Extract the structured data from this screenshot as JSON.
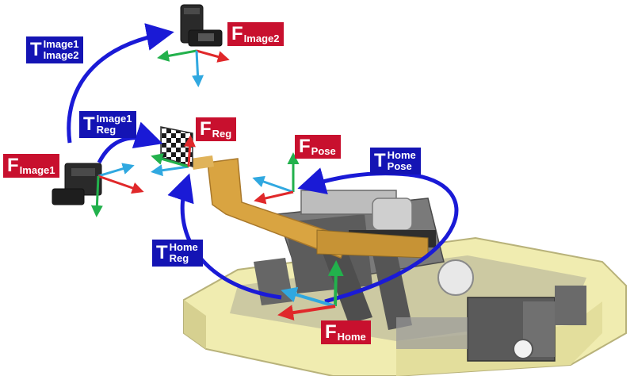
{
  "frames": {
    "image2": {
      "main": "F",
      "sub": "Image2"
    },
    "image1": {
      "main": "F",
      "sub": "Image1"
    },
    "reg": {
      "main": "F",
      "sub": "Reg"
    },
    "pose": {
      "main": "F",
      "sub": "Pose"
    },
    "home": {
      "main": "F",
      "sub": "Home"
    }
  },
  "transforms": {
    "image1_image2": {
      "main": "T",
      "sup": "Image1",
      "sub": "Image2"
    },
    "image1_reg": {
      "main": "T",
      "sup": "Image1",
      "sub": "Reg"
    },
    "home_reg": {
      "main": "T",
      "sup": "Home",
      "sub": "Reg"
    },
    "home_pose": {
      "main": "T",
      "sup": "Home",
      "sub": "Pose"
    }
  },
  "colors": {
    "frame_label_bg": "#c8102e",
    "transform_label_bg": "#1414b4",
    "arrow_blue": "#1a1ad6",
    "axis_red": "#e0282a",
    "axis_green": "#22b14c",
    "axis_cyan": "#30a8e0",
    "robot_base": "#f0ecb0",
    "robot_arm": "#d9a441",
    "robot_gray": "#6e6e6e"
  }
}
